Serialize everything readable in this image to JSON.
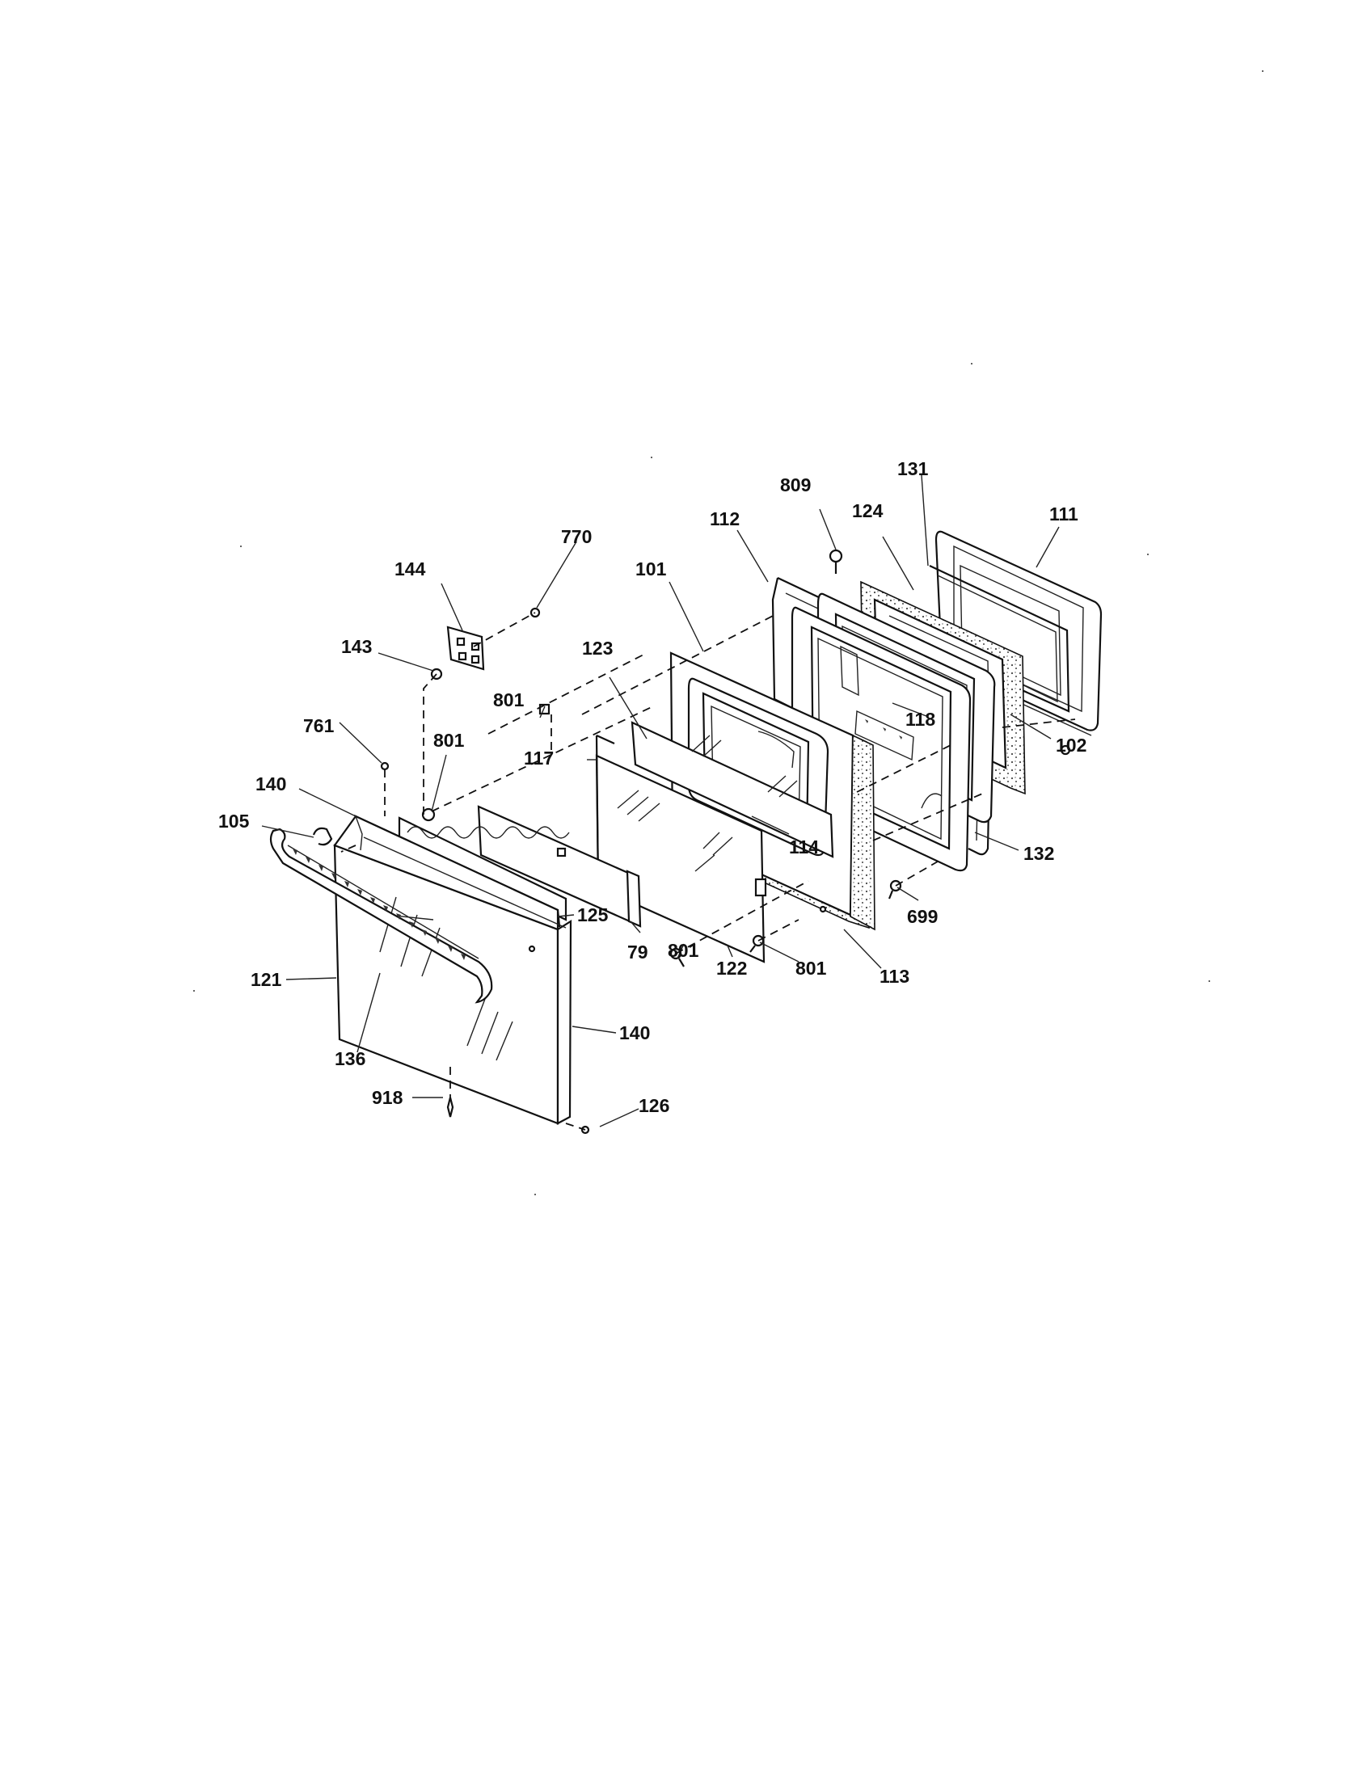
{
  "diagram": {
    "colors": {
      "ink": "#111111",
      "paper": "#ffffff"
    },
    "labels": {
      "l809": "809",
      "l131": "131",
      "l124": "124",
      "l111": "111",
      "l112": "112",
      "l770": "770",
      "l144": "144",
      "l101": "101",
      "l143": "143",
      "l123": "123",
      "l801a": "801",
      "l761": "761",
      "l801b": "801",
      "l118": "118",
      "l117": "117",
      "l102": "102",
      "l140a": "140",
      "l132": "132",
      "l105": "105",
      "l114": "114",
      "l699": "699",
      "l125": "125",
      "l79": "79",
      "l801c": "801",
      "l122": "122",
      "l801d": "801",
      "l113": "113",
      "l121": "121",
      "l140b": "140",
      "l136": "136",
      "l918": "918",
      "l126": "126"
    }
  }
}
